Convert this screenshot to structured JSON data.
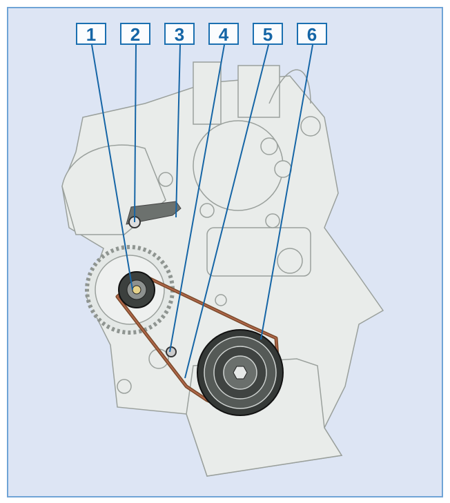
{
  "callouts": [
    {
      "number": "1"
    },
    {
      "number": "2"
    },
    {
      "number": "3"
    },
    {
      "number": "4"
    },
    {
      "number": "5"
    },
    {
      "number": "6"
    }
  ],
  "colors": {
    "background": "#dde5f4",
    "border": "#6fa3d6",
    "callout": "#1565a6",
    "belt": "#a0522d"
  }
}
